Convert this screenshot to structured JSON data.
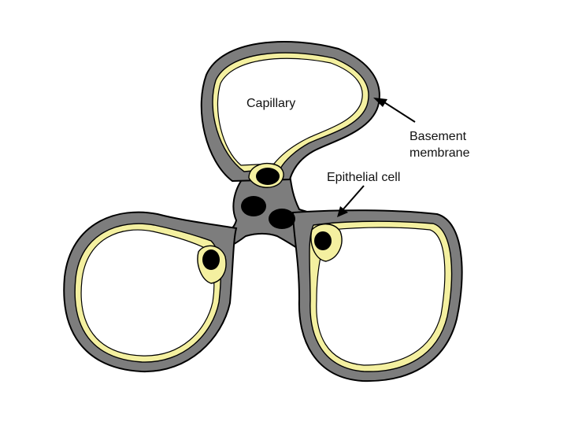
{
  "diagram": {
    "labels": {
      "capillary": "Capillary",
      "basement_line1": "Basement",
      "basement_line2": "membrane",
      "epithelial": "Epithelial cell"
    },
    "colors": {
      "basement_membrane": "#7d7d7d",
      "epithelial_cytoplasm": "#f4f0a0",
      "lumen": "#ffffff",
      "nucleus": "#000000",
      "outline": "#000000"
    }
  }
}
